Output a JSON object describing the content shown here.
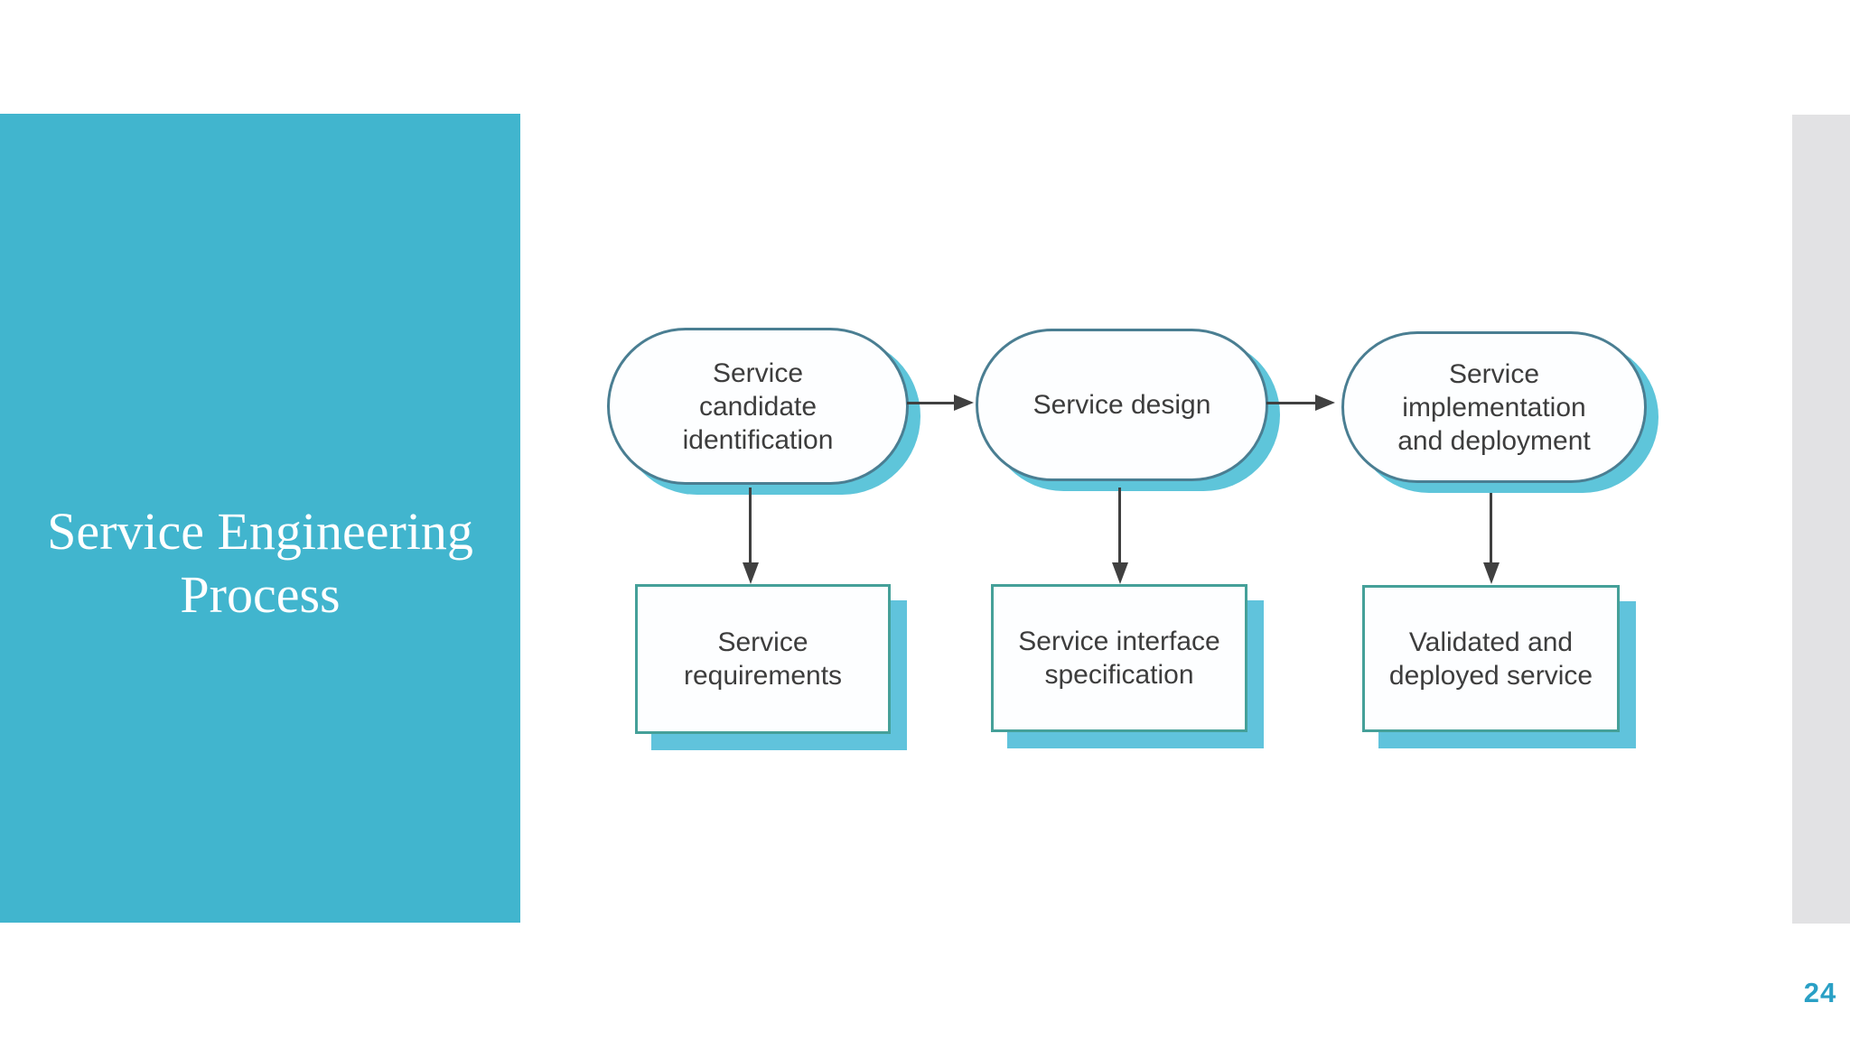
{
  "slide": {
    "background_color": "#ffffff",
    "page_number": "24",
    "page_number_color": "#2aa0c5"
  },
  "sidebar": {
    "title": "Service Engineering Process",
    "title_lines": [
      "Service Engineering",
      "Process"
    ],
    "background_color": "#41b5ce",
    "text_color": "#ffffff"
  },
  "right_strip": {
    "color": "#e2e2e4"
  },
  "diagram": {
    "type": "flowchart",
    "arrow_color": "#404040",
    "node_fill": "#fdfeff",
    "pill_border_color": "#4a7e92",
    "rect_border_color": "#45a099",
    "shadow_color": "#5ec5da",
    "text_color": "#3d3d3d",
    "process_nodes": [
      {
        "id": "service-candidate-identification",
        "label": "Service\ncandidate\nidentification"
      },
      {
        "id": "service-design",
        "label": "Service design"
      },
      {
        "id": "service-implementation-and-deployment",
        "label": "Service\nimplementation\nand deployment"
      }
    ],
    "artifact_nodes": [
      {
        "id": "service-requirements",
        "label": "Service\nrequirements"
      },
      {
        "id": "service-interface-specification",
        "label": "Service interface\nspecification"
      },
      {
        "id": "validated-and-deployed-service",
        "label": "Validated and\ndeployed service"
      }
    ],
    "flows": [
      {
        "from": "service-candidate-identification",
        "to": "service-design",
        "direction": "right"
      },
      {
        "from": "service-design",
        "to": "service-implementation-and-deployment",
        "direction": "right"
      },
      {
        "from": "service-candidate-identification",
        "to": "service-requirements",
        "direction": "down"
      },
      {
        "from": "service-design",
        "to": "service-interface-specification",
        "direction": "down"
      },
      {
        "from": "service-implementation-and-deployment",
        "to": "validated-and-deployed-service",
        "direction": "down"
      }
    ]
  }
}
